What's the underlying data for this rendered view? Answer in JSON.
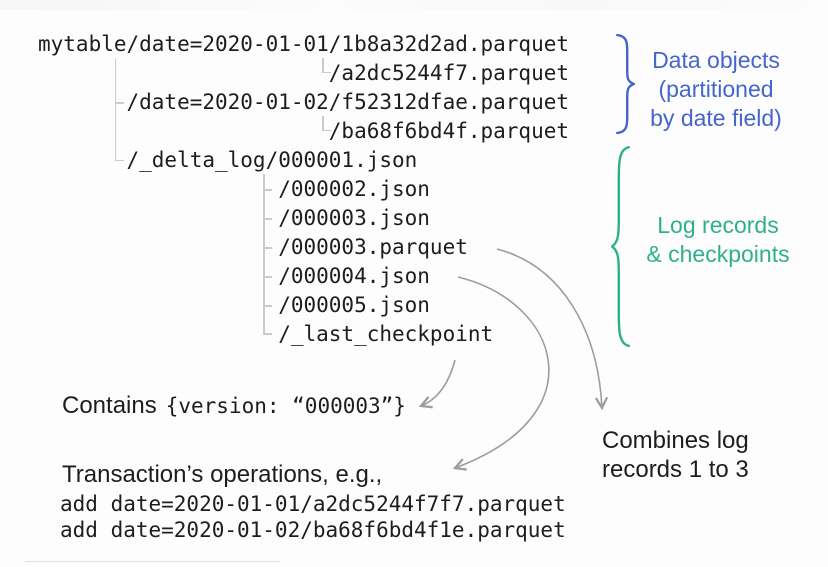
{
  "colors": {
    "ink": "#1d1d1d",
    "blue": "#4565cd",
    "teal": "#2fb08c",
    "arrow": "#9a9da1",
    "connector": "#c8ccd2",
    "background": "#fdfdfd"
  },
  "tree": {
    "lines": [
      {
        "indent": 0,
        "text": "mytable/date=2020-01-01/1b8a32d2ad.parquet"
      },
      {
        "indent": 23,
        "text": "/a2dc5244f7.parquet"
      },
      {
        "indent": 7,
        "text": "/date=2020-01-02/f52312dfae.parquet"
      },
      {
        "indent": 23,
        "text": "/ba68f6bd4f.parquet"
      },
      {
        "indent": 7,
        "text": "/_delta_log/000001.json"
      },
      {
        "indent": 19,
        "text": "/000002.json"
      },
      {
        "indent": 19,
        "text": "/000003.json"
      },
      {
        "indent": 19,
        "text": "/000003.parquet"
      },
      {
        "indent": 19,
        "text": "/000004.json"
      },
      {
        "indent": 19,
        "text": "/000005.json"
      },
      {
        "indent": 19,
        "text": "/_last_checkpoint"
      }
    ]
  },
  "labels": {
    "data_objects": {
      "line1": "Data objects",
      "line2": "(partitioned",
      "line3": "by date field)"
    },
    "log_records": {
      "line1": "Log records",
      "line2": "& checkpoints"
    },
    "combines": {
      "line1": "Combines log",
      "line2": "records 1 to 3"
    }
  },
  "notes": {
    "contains_prefix": "Contains",
    "contains_code": "{version: “000003”}",
    "transactions_label": "Transaction’s operations, e.g.,",
    "op1": "add date=2020-01-01/a2dc5244f7f7.parquet",
    "op2": "add date=2020-01-02/ba68f6bd4f1e.parquet"
  }
}
